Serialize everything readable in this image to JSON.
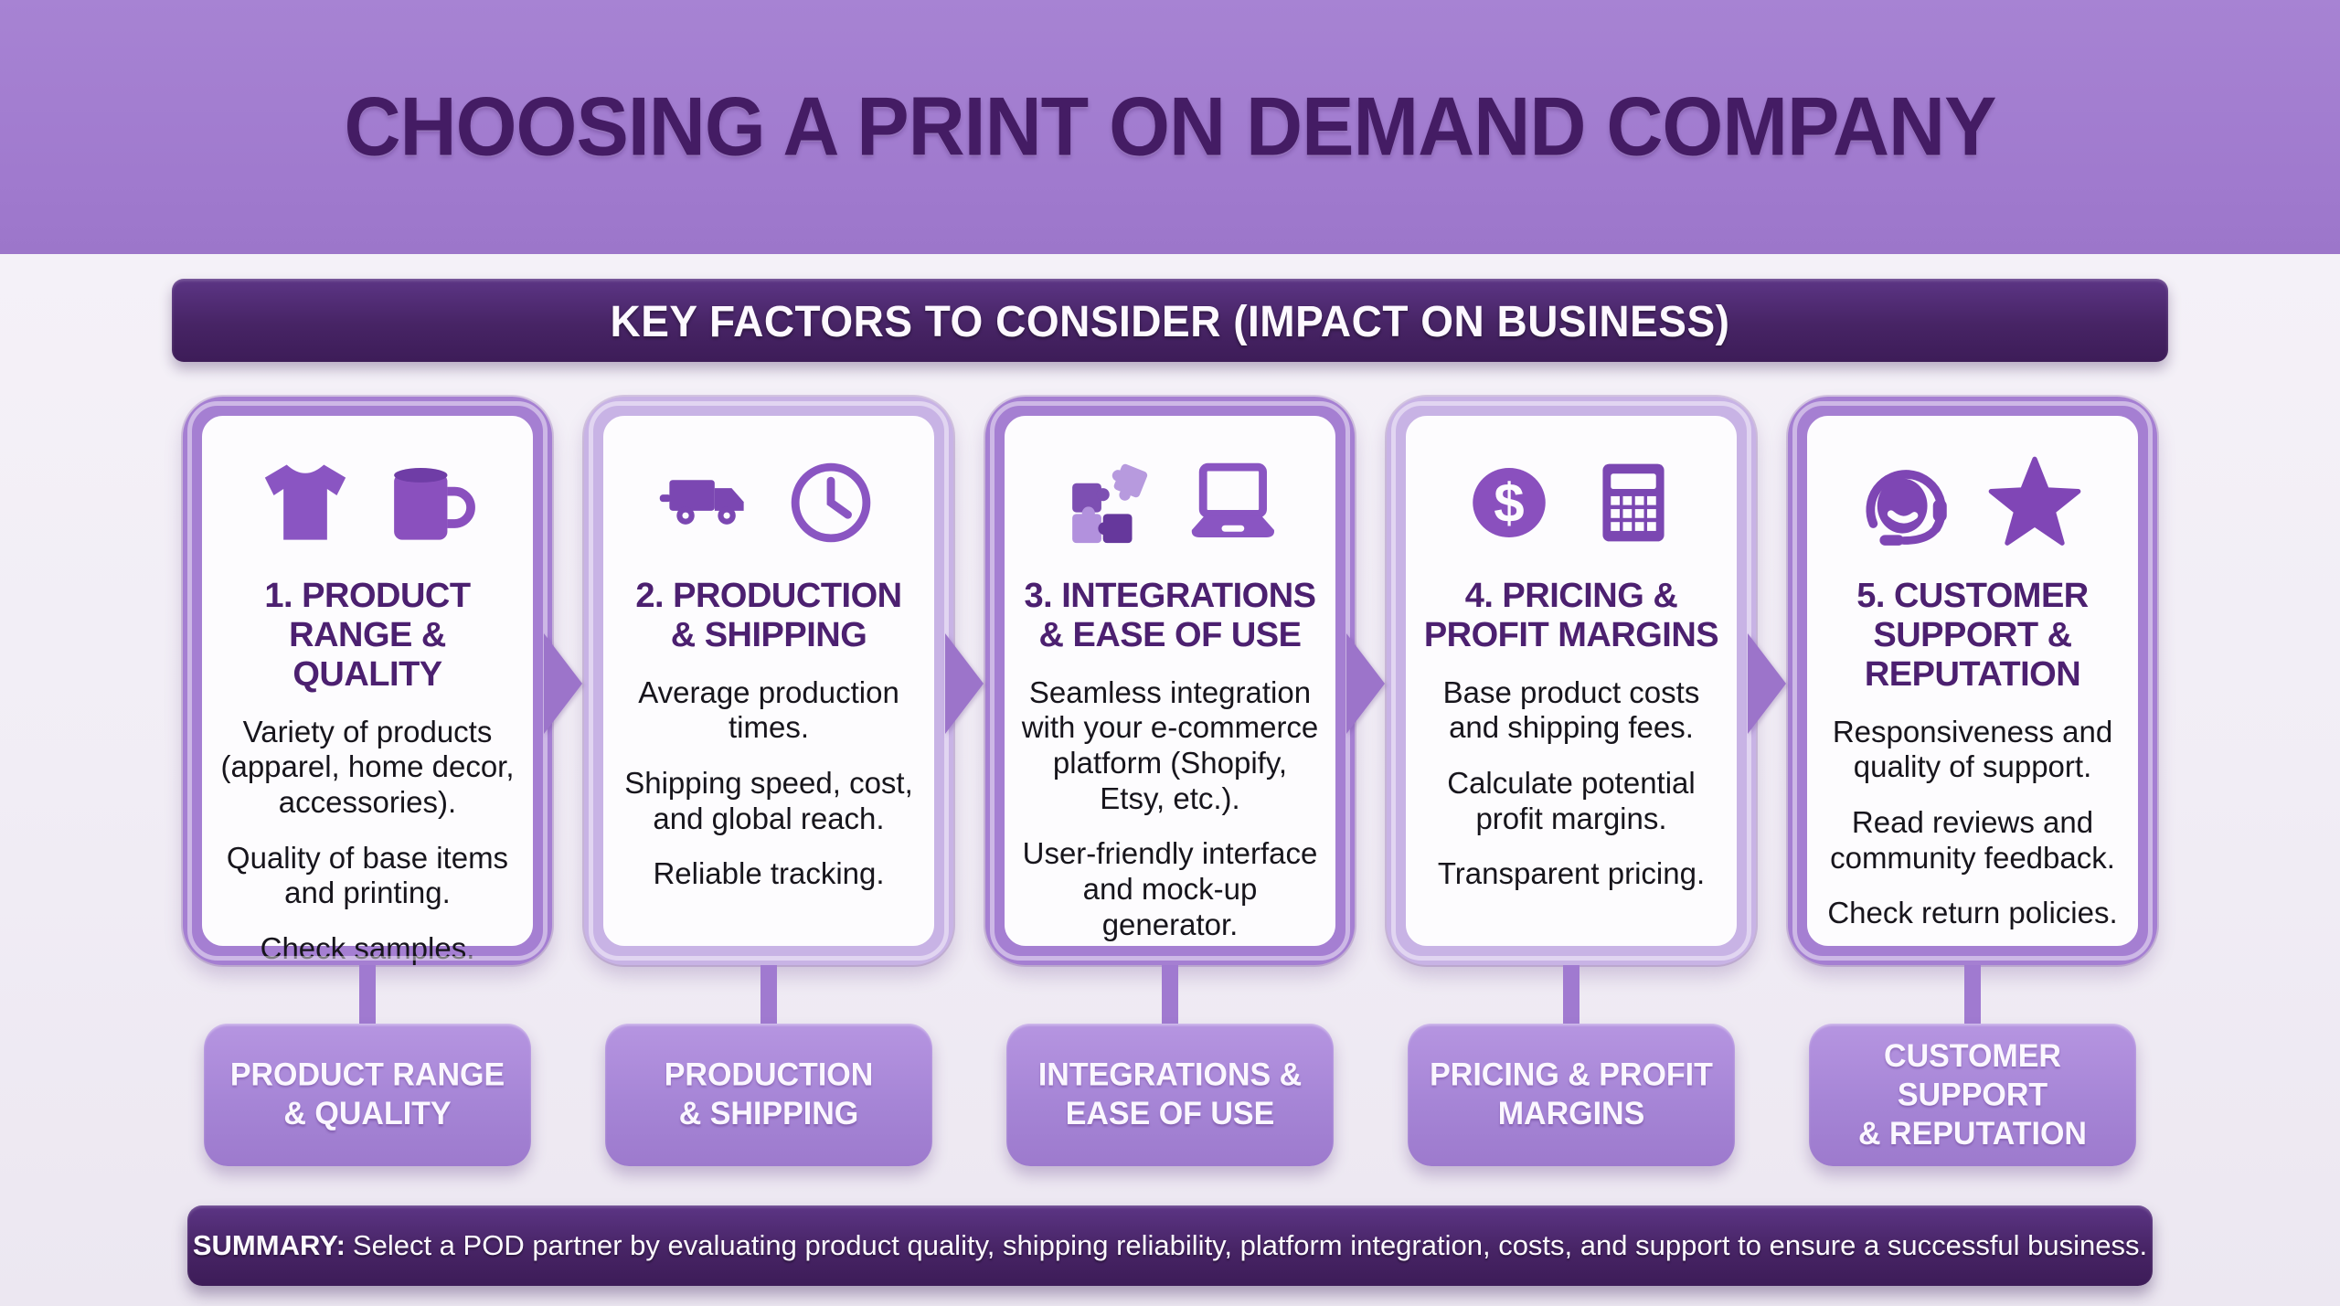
{
  "header": {
    "title": "CHOOSING A PRINT ON DEMAND COMPANY",
    "banner": "KEY FACTORS TO CONSIDER (IMPACT ON BUSINESS)"
  },
  "colors": {
    "header_purple": "#a07ace",
    "dark_banner_purple": "#472465",
    "card_border_medium": "#a57fd2",
    "card_border_light": "#c8b3e5",
    "label_fill": "#a685d6",
    "icon_purple": "#7e46b4",
    "title_text": "#441c64",
    "card_title_text": "#4c2070",
    "body_text": "#17151c",
    "page_background": "#f1edf5"
  },
  "cards": [
    {
      "title_lines": [
        "1. PRODUCT",
        "RANGE & QUALITY"
      ],
      "icons": [
        "tshirt-icon",
        "mug-icon"
      ],
      "points": [
        "Variety of products (apparel, home decor, accessories).",
        "Quality of base items and printing.",
        "Check samples."
      ],
      "label_lines": [
        "PRODUCT RANGE",
        "& QUALITY"
      ]
    },
    {
      "title_lines": [
        "2. PRODUCTION",
        "& SHIPPING"
      ],
      "icons": [
        "truck-icon",
        "clock-icon"
      ],
      "points": [
        "Average production times.",
        "Shipping speed, cost, and global reach.",
        "Reliable tracking."
      ],
      "label_lines": [
        "PRODUCTION",
        "& SHIPPING"
      ]
    },
    {
      "title_lines": [
        "3. INTEGRATIONS",
        "& EASE OF USE"
      ],
      "icons": [
        "puzzle-icon",
        "laptop-icon"
      ],
      "points": [
        "Seamless integration with your e-commerce platform (Shopify, Etsy, etc.).",
        "User-friendly interface and mock-up generator."
      ],
      "label_lines": [
        "INTEGRATIONS &",
        "EASE OF USE"
      ]
    },
    {
      "title_lines": [
        "4. PRICING &",
        "PROFIT MARGINS"
      ],
      "icons": [
        "dollar-icon",
        "calculator-icon"
      ],
      "points": [
        "Base product costs and shipping fees.",
        "Calculate potential profit margins.",
        "Transparent pricing."
      ],
      "label_lines": [
        "PRICING & PROFIT",
        "MARGINS"
      ]
    },
    {
      "title_lines": [
        "5. CUSTOMER",
        "SUPPORT &",
        "REPUTATION"
      ],
      "icons": [
        "headset-icon",
        "star-icon"
      ],
      "points": [
        "Responsiveness and quality of support.",
        "Read reviews and community feedback.",
        "Check return policies."
      ],
      "label_lines": [
        "CUSTOMER SUPPORT",
        "& REPUTATION"
      ]
    }
  ],
  "summary": {
    "label": "SUMMARY:",
    "text": "Select a POD partner by evaluating product quality, shipping reliability, platform integration, costs, and support to ensure a successful business."
  }
}
